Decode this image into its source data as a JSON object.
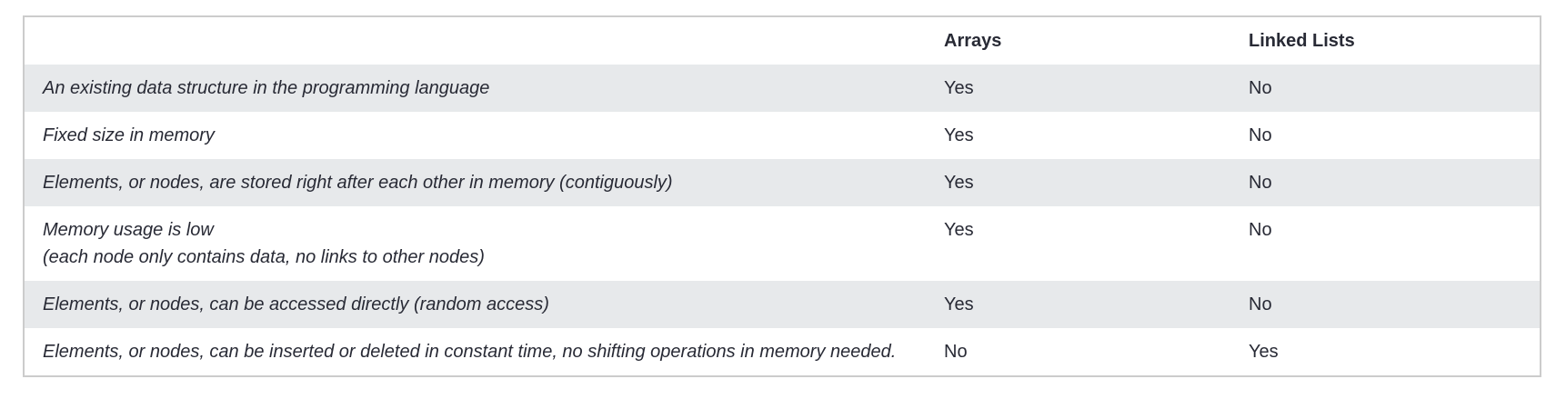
{
  "table": {
    "header": {
      "feature_label": "",
      "col_arrays": "Arrays",
      "col_linked_lists": "Linked Lists"
    },
    "rows": [
      {
        "feature": "An existing data structure in the programming language",
        "feature2": "",
        "arrays": "Yes",
        "linked_lists": "No"
      },
      {
        "feature": "Fixed size in memory",
        "feature2": "",
        "arrays": "Yes",
        "linked_lists": "No"
      },
      {
        "feature": "Elements, or nodes, are stored right after each other in memory (contiguously)",
        "feature2": "",
        "arrays": "Yes",
        "linked_lists": "No"
      },
      {
        "feature": "Memory usage is low",
        "feature2": "(each node only contains data, no links to other nodes)",
        "arrays": "Yes",
        "linked_lists": "No"
      },
      {
        "feature": "Elements, or nodes, can be accessed directly (random access)",
        "feature2": "",
        "arrays": "Yes",
        "linked_lists": "No"
      },
      {
        "feature": "Elements, or nodes, can be inserted or deleted in constant time, no shifting operations in memory needed.",
        "feature2": "",
        "arrays": "No",
        "linked_lists": "Yes"
      }
    ],
    "colors": {
      "stripe_row_bg": "#e7e9eb",
      "plain_row_bg": "#ffffff",
      "table_border": "#cccccc",
      "text": "#282a35"
    }
  }
}
